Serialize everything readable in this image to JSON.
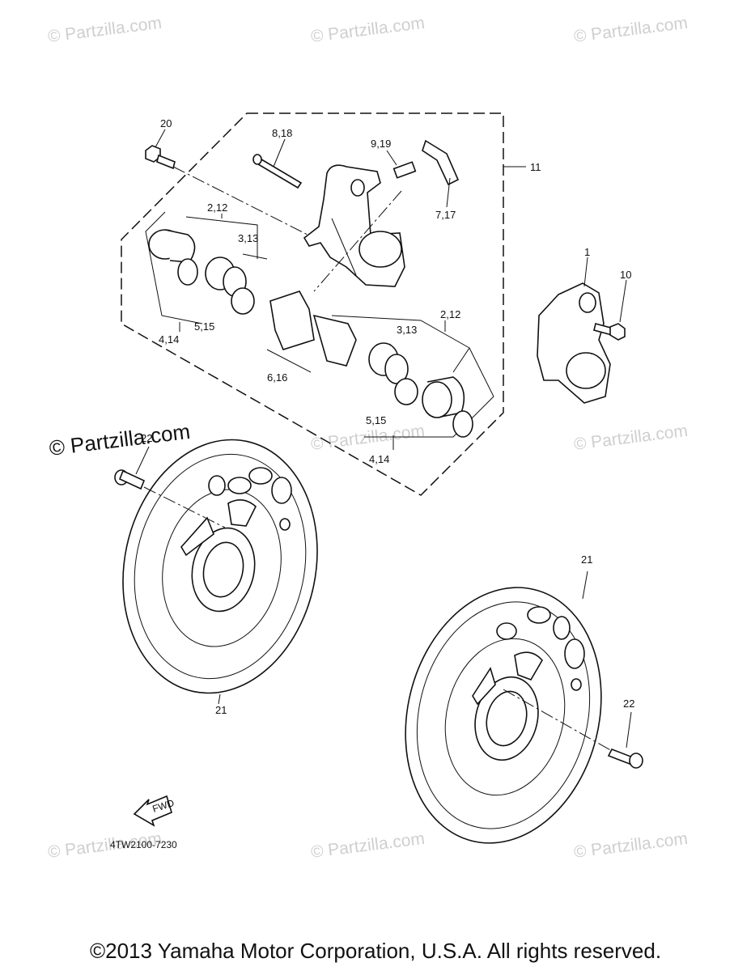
{
  "watermark": "© Partzilla.com",
  "diagram_code": "4TW2100-7230",
  "fwd_label": "FWD",
  "copyright": "©2013 Yamaha Motor Corporation, U.S.A. All rights reserved.",
  "callouts": {
    "c20": "20",
    "c8_18": "8,18",
    "c9_19": "9,19",
    "c7_17": "7,17",
    "c11": "11",
    "c2_12_a": "2,12",
    "c3_13_a": "3,13",
    "c5_15_a": "5,15",
    "c4_14_a": "4,14",
    "c6_16": "6,16",
    "c2_12_b": "2,12",
    "c3_13_b": "3,13",
    "c5_15_b": "5,15",
    "c4_14_b": "4,14",
    "c1": "1",
    "c10": "10",
    "c22_a": "22",
    "c21_a": "21",
    "c21_b": "21",
    "c22_b": "22"
  }
}
